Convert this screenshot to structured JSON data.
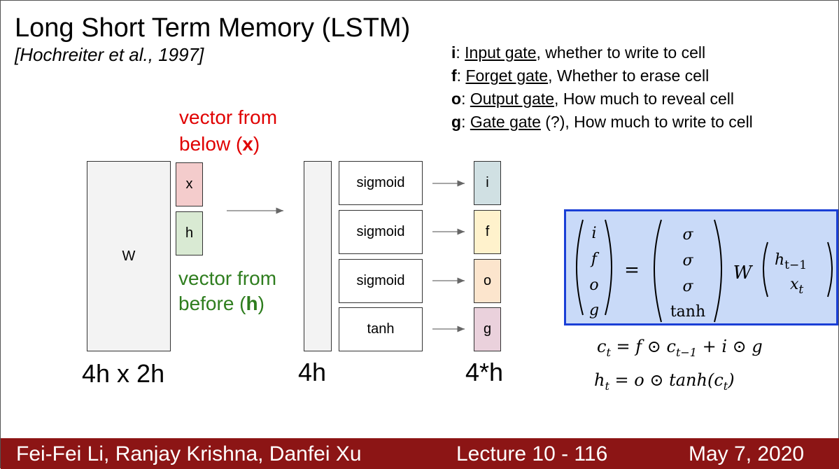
{
  "title": "Long Short Term Memory (LSTM)",
  "citation": "[Hochreiter et al., 1997]",
  "legend": [
    {
      "letter": "i",
      "name": "Input gate",
      "desc": ", whether to write to cell"
    },
    {
      "letter": "f",
      "name": "Forget gate",
      "desc": ", Whether to erase cell"
    },
    {
      "letter": "o",
      "name": "Output gate",
      "desc": ", How much to reveal cell"
    },
    {
      "letter": "g",
      "name": "Gate gate",
      "desc": " (?), How much to write to cell"
    }
  ],
  "vector_below": {
    "line1": "vector from",
    "line2_pre": "below (",
    "var": "x",
    "line2_post": ")"
  },
  "vector_before": {
    "line1": "vector from",
    "line2_pre": "before (",
    "var": "h",
    "line2_post": ")"
  },
  "weight_label": "W",
  "input_x": "x",
  "input_h": "h",
  "activations": [
    "sigmoid",
    "sigmoid",
    "sigmoid",
    "tanh"
  ],
  "gates": [
    "i",
    "f",
    "o",
    "g"
  ],
  "dims": {
    "weight": "4h x 2h",
    "middle": "4h",
    "output": "4*h"
  },
  "equation": {
    "lhs": [
      "i",
      "f",
      "o",
      "g"
    ],
    "funcs": [
      "σ",
      "σ",
      "σ",
      "tanh"
    ],
    "eq": "=",
    "W": "W",
    "rhs_h": "h",
    "rhs_h_sub": "t−1",
    "rhs_x": "x",
    "rhs_x_sub": "t"
  },
  "cell_eq": {
    "c": "c",
    "t": "t",
    "rhs": " = f ⊙ c",
    "sub2": "t−1",
    "rest": " + i ⊙ g"
  },
  "hidden_eq": {
    "h": "h",
    "t": "t",
    "rhs": " = o ⊙ tanh(c",
    "sub": "t",
    "close": ")"
  },
  "colors": {
    "x_box": "#f4cccc",
    "h_box": "#d9ead3",
    "i_box": "#d0e0e3",
    "f_box": "#fff2cc",
    "o_box": "#fce5cd",
    "g_box": "#ead1dc",
    "eq_box": "#c9daf8",
    "eq_border": "#1a3fd6",
    "footer": "#8c1515"
  },
  "footer": {
    "authors": "Fei-Fei Li, Ranjay Krishna, Danfei Xu",
    "lecture": "Lecture 10 - 116",
    "date": "May 7, 2020"
  }
}
